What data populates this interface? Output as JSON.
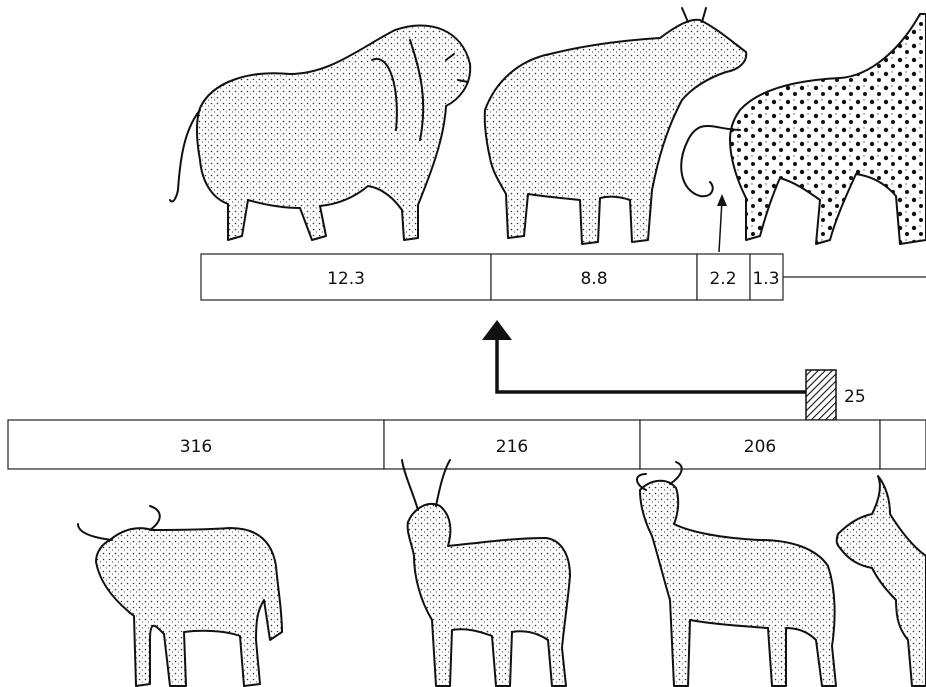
{
  "predators": {
    "segments": [
      {
        "label": "12.3"
      },
      {
        "label": "8.8"
      },
      {
        "label": "2.2"
      },
      {
        "label": "1.3"
      }
    ],
    "animals": [
      "lion-icon",
      "hyena-icon",
      "cheetah-icon"
    ]
  },
  "prey": {
    "segments": [
      {
        "label": "316"
      },
      {
        "label": "216"
      },
      {
        "label": "206"
      },
      {
        "label": ""
      }
    ],
    "animals": [
      "wildebeest-icon",
      "waterbuck-icon",
      "hartebeest-icon",
      "gazelle-icon"
    ]
  },
  "flow": {
    "bar_label": "25",
    "colors": {
      "ink": "#111111",
      "background": "#ffffff"
    }
  }
}
